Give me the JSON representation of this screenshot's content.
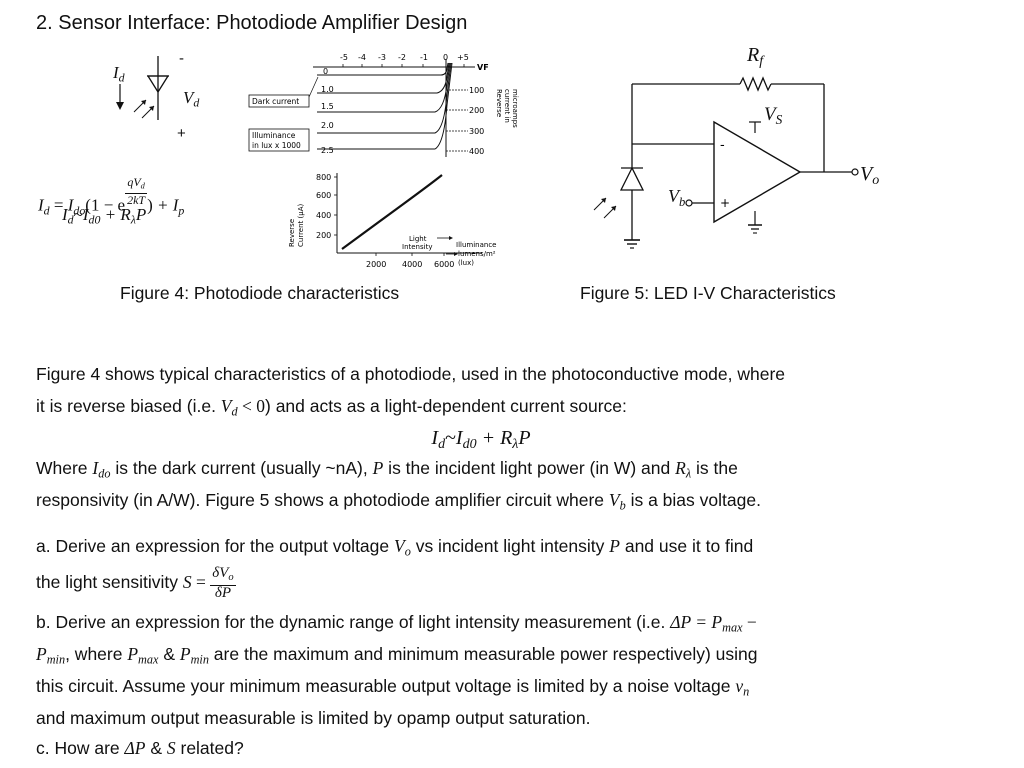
{
  "title": "2. Sensor Interface: Photodiode Amplifier Design",
  "figure4": {
    "caption": "Figure 4: Photodiode characteristics",
    "symbol": {
      "id_label": "I",
      "id_sub": "d",
      "vd_label": "V",
      "vd_sub": "d",
      "minus": "-",
      "plus": "+"
    },
    "equation1": {
      "lhs": "I",
      "lhs_sub": "d",
      "eq": " = ",
      "term": "I",
      "term_sub": "do",
      "paren": "(1 − e",
      "exp_num": "qV",
      "exp_num_sub": "d",
      "exp_den": "2kT",
      "close": ")",
      "plus_ip": " + I",
      "ip_sub": "p"
    },
    "equation2": {
      "lhs": "I",
      "lhs_sub": "d",
      "tilde": "~",
      "term": "I",
      "term_sub": "d0",
      "plus": " + R",
      "r_sub": "λ",
      "p": "P"
    },
    "iv_plot": {
      "x_ticks": [
        "-5",
        "-4",
        "-3",
        "-2",
        "-1",
        "0",
        "+5"
      ],
      "vf_label": "VF",
      "left_ticks": [
        "0",
        "1.0",
        "1.5",
        "2.0",
        "2.5"
      ],
      "right_ticks": [
        "100",
        "200",
        "300",
        "400"
      ],
      "dark_current_label": "Dark current",
      "illuminance_label_1": "Illuminance",
      "illuminance_label_2": "in lux x 1000",
      "right_axis_label": [
        "Reverse",
        "current in",
        "microamps"
      ]
    },
    "light_plot": {
      "y_ticks": [
        "800",
        "600",
        "400",
        "200"
      ],
      "x_ticks": [
        "2000",
        "4000",
        "6000"
      ],
      "y_axis_label": [
        "Reverse",
        "Current (μA)"
      ],
      "light_label": [
        "Light",
        "Intensity"
      ],
      "illuminance_label": [
        "Illuminance",
        "lumens/m²",
        "(lux)"
      ]
    }
  },
  "figure5": {
    "caption": "Figure 5: LED I-V Characteristics",
    "rf_label": "R",
    "rf_sub": "f",
    "vs_label": "V",
    "vs_sub": "S",
    "vo_label": "V",
    "vo_sub": "o",
    "vb_label": "V",
    "vb_sub": "b",
    "minus": "-",
    "plus": "+"
  },
  "body": {
    "p1_line1": "Figure 4 shows typical characteristics of a photodiode, used in the photoconductive mode, where",
    "p1_line2_a": "it is reverse biased (i.e. ",
    "p1_line2_math": "V",
    "p1_line2_sub": "d",
    "p1_line2_lt": " < 0",
    "p1_line2_b": ") and acts as a light-dependent current source:",
    "center_eq": {
      "lhs": "I",
      "lhs_sub": "d",
      "tilde": "~",
      "term": "I",
      "term_sub": "d0",
      "plus": " + R",
      "r_sub": "λ",
      "p": "P"
    },
    "p2_line1_a": "Where ",
    "p2_line1_ido": "I",
    "p2_line1_ido_sub": "do",
    "p2_line1_b": " is the dark current (usually ~nA), ",
    "p2_line1_p": "P",
    "p2_line1_c": " is the incident light power (in W) and ",
    "p2_line1_r": "R",
    "p2_line1_r_sub": "λ",
    "p2_line1_d": " is the",
    "p2_line2_a": "responsivity (in A/W). Figure 5 shows a photodiode amplifier circuit where ",
    "p2_line2_vb": "V",
    "p2_line2_vb_sub": "b",
    "p2_line2_b": " is a bias voltage.",
    "qa_line1_a": "a. Derive an expression for the output voltage ",
    "qa_vo": "V",
    "qa_vo_sub": "o",
    "qa_line1_b": " vs incident light intensity ",
    "qa_p": "P",
    "qa_line1_c": " and use it to find",
    "qa_line2_a": "the light sensitivity ",
    "qa_s": "S",
    "qa_eq": " = ",
    "qa_frac_num": "δV",
    "qa_frac_num_sub": "o",
    "qa_frac_den": "δP",
    "qb_line1_a": "b. Derive an expression for the dynamic range of light intensity measurement (i.e. ",
    "qb_dp": "ΔP = P",
    "qb_max": "max",
    "qb_minus": " −",
    "qb_line2_p": "P",
    "qb_line2_min": "min",
    "qb_line2_a": ", where ",
    "qb_line2_pmax": "P",
    "qb_line2_pmax_sub": "max",
    "qb_line2_b": " & ",
    "qb_line2_pmin": "P",
    "qb_line2_pmin_sub": "min",
    "qb_line2_c": " are the maximum and minimum measurable power respectively) using",
    "qb_line3_a": "this circuit. Assume your minimum measurable output voltage is limited by a noise voltage ",
    "qb_vn": "v",
    "qb_vn_sub": "n",
    "qb_line4": "and maximum output measurable is limited by opamp output saturation.",
    "qc_a": "c. How are ",
    "qc_dp": "ΔP",
    "qc_b": " & ",
    "qc_s": "S",
    "qc_c": " related?"
  }
}
